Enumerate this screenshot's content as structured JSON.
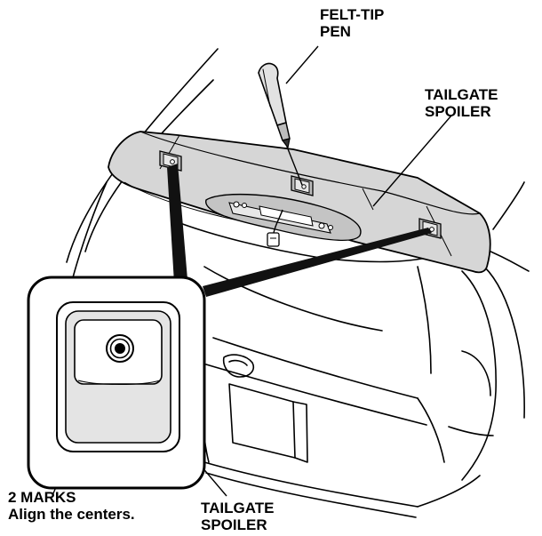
{
  "labels": {
    "felt_tip_pen": {
      "line1": "FELT-TIP",
      "line2": "PEN"
    },
    "spoiler_top": {
      "line1": "TAILGATE",
      "line2": "SPOILER"
    },
    "marks": {
      "line1": "2 MARKS",
      "line2": "Align the centers."
    },
    "spoiler_bottom": {
      "line1": "TAILGATE",
      "line2": "SPOILER"
    }
  },
  "colors": {
    "line": "#000000",
    "spoiler_fill": "#d6d6d6",
    "spoiler_shade": "#bdbdbd",
    "background": "#ffffff"
  },
  "icons": {
    "pen": "felt-tip-pen-icon",
    "mark": "alignment-mark-icon"
  }
}
